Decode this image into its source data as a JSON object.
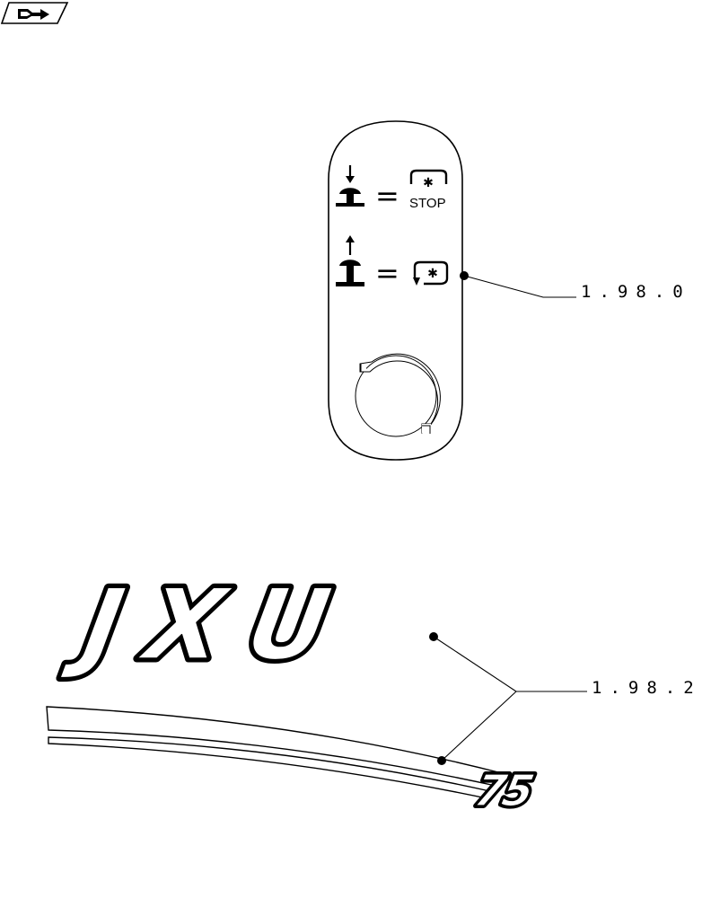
{
  "nav": {
    "icon": "arrow-right-icon"
  },
  "decal_1": {
    "stop_label": "STOP",
    "equals_sign": "=",
    "callout": "1.98.0"
  },
  "decal_2": {
    "logo_text": "JXU",
    "model_number": "75",
    "callout": "1.98.2"
  }
}
